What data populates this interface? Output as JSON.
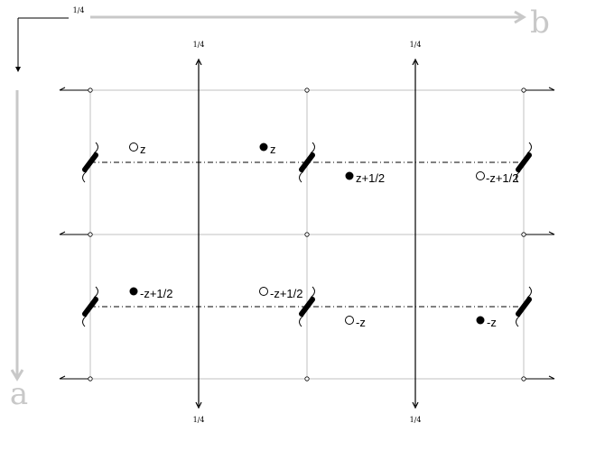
{
  "diagram": {
    "top_fraction_label": "1/4",
    "axis_b_label": "b",
    "axis_a_label": "a",
    "screw_axis_fraction": "1/4",
    "positions": [
      {
        "label": "z",
        "filled": false
      },
      {
        "label": "z",
        "filled": true
      },
      {
        "label": "z+1/2",
        "filled": true
      },
      {
        "label": "-z+1/2",
        "filled": false
      },
      {
        "label": "-z+1/2",
        "filled": true
      },
      {
        "label": "-z+1/2",
        "filled": false
      },
      {
        "label": "-z",
        "filled": false
      },
      {
        "label": "-z",
        "filled": true
      }
    ],
    "colors": {
      "grid": "#c0c0c0",
      "lines": "#000000",
      "axis_arrows": "#c8c8c8"
    }
  }
}
